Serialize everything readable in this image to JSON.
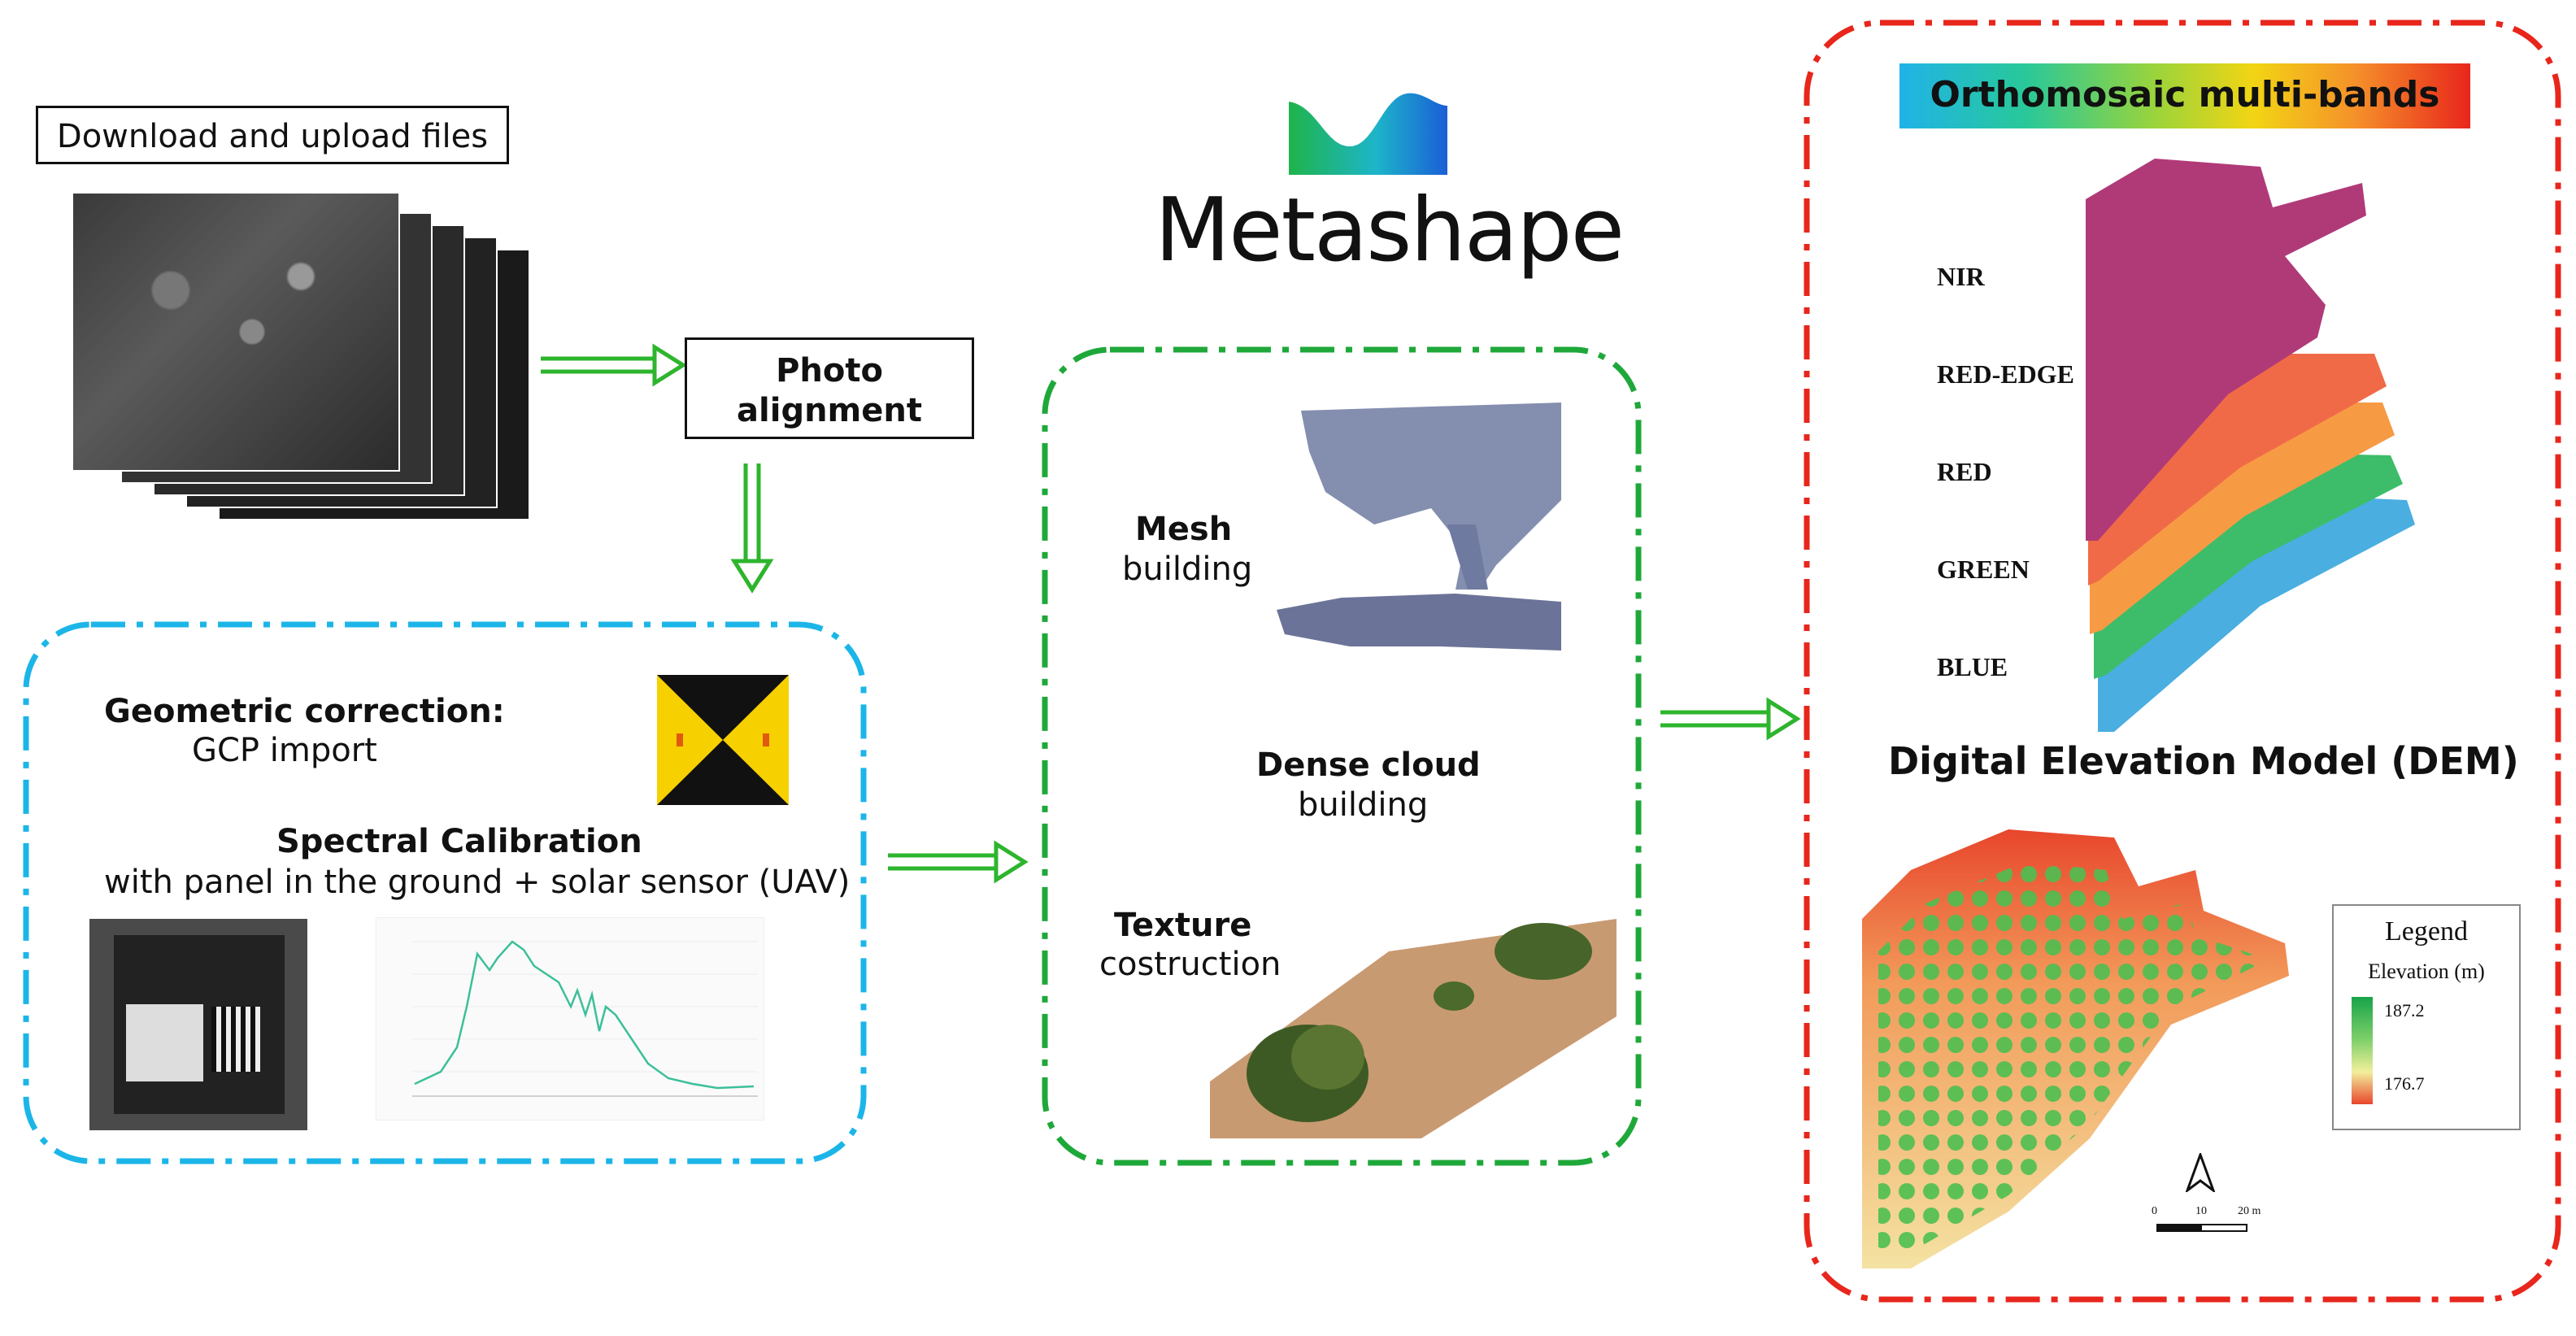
{
  "download_box": {
    "label": "Download and upload files"
  },
  "photo_alignment": {
    "label_line1": "Photo",
    "label_line2": "alignment"
  },
  "logo": {
    "text": "Metashape"
  },
  "calibration": {
    "geometric_title": "Geometric correction:",
    "geometric_sub": "GCP  import",
    "spectral_title": "Spectral Calibration",
    "spectral_sub": "with panel in the ground + solar sensor (UAV)"
  },
  "processing": {
    "mesh_title": "Mesh",
    "mesh_sub": "building",
    "dense_title": "Dense cloud",
    "dense_sub": "building",
    "texture_title": "Texture",
    "texture_sub": "costruction"
  },
  "outputs": {
    "ortho_title": "Orthomosaic multi-bands",
    "bands": [
      "NIR",
      "RED-EDGE",
      "RED",
      "GREEN",
      "BLUE"
    ],
    "dem_title": "Digital Elevation Model (DEM)",
    "legend_title": "Legend",
    "legend_subtitle": "Elevation (m)",
    "legend_max": "187.2",
    "legend_min": "176.7",
    "scale_0": "0",
    "scale_10": "10",
    "scale_20": "20 m"
  },
  "colors": {
    "arrow_green": "#2db52d",
    "calib_frame": "#1cb5e8",
    "proc_frame": "#1fa83a",
    "output_frame": "#e8261c",
    "band_nir": "#b03a78",
    "band_rededge": "#f06a48",
    "band_red": "#f79a44",
    "band_green": "#3dbd6a",
    "band_blue": "#4aaee0"
  }
}
